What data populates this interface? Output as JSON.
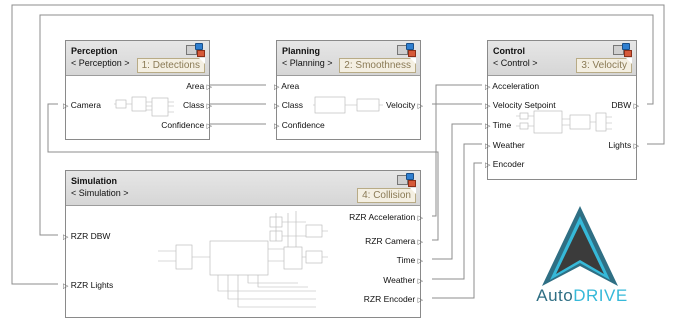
{
  "blocks": {
    "perception": {
      "title": "Perception",
      "subtitle": "< Perception >",
      "requirement": "1: Detections",
      "inputs": [
        "Camera"
      ],
      "outputs": [
        "Area",
        "Class",
        "Confidence"
      ]
    },
    "planning": {
      "title": "Planning",
      "subtitle": "< Planning >",
      "requirement": "2: Smoothness",
      "inputs": [
        "Area",
        "Class",
        "Confidence"
      ],
      "outputs": [
        "Velocity"
      ]
    },
    "control": {
      "title": "Control",
      "subtitle": "< Control >",
      "requirement": "3: Velocity",
      "inputs": [
        "Acceleration",
        "Velocity Setpoint",
        "Time",
        "Weather",
        "Encoder"
      ],
      "outputs": [
        "DBW",
        "Lights"
      ]
    },
    "simulation": {
      "title": "Simulation",
      "subtitle": "< Simulation >",
      "requirement": "4: Collision",
      "inputs": [
        "RZR DBW",
        "RZR Lights"
      ],
      "outputs": [
        "RZR Acceleration",
        "RZR Camera",
        "Time",
        "Weather",
        "RZR Encoder"
      ]
    }
  },
  "logo": {
    "text_auto": "Auto",
    "text_drive": "DRIVE",
    "colors": {
      "outer": "#2f6f84",
      "inner": "#36b9d9",
      "fill": "#3b3b3b"
    }
  },
  "colors": {
    "wire": "#8c8c8c",
    "header": "#d9d9d9",
    "requirement_text": "#8a7a55"
  }
}
